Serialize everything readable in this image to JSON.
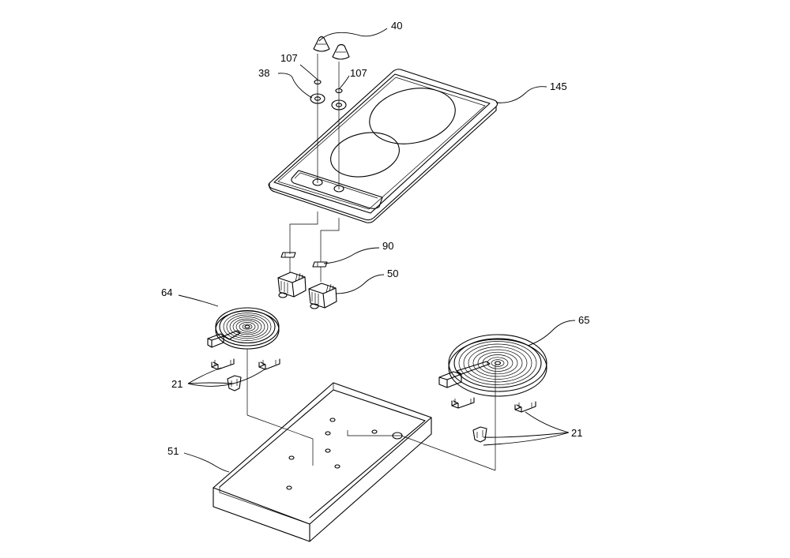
{
  "labels": {
    "knob": "40",
    "washer_left": "107",
    "washer_right": "107",
    "bezel": "38",
    "glass_top": "145",
    "spacer": "90",
    "control_switch": "50",
    "heater_small": "64",
    "heater_large": "65",
    "clip_left": "21",
    "clip_right": "21",
    "housing": "51"
  }
}
